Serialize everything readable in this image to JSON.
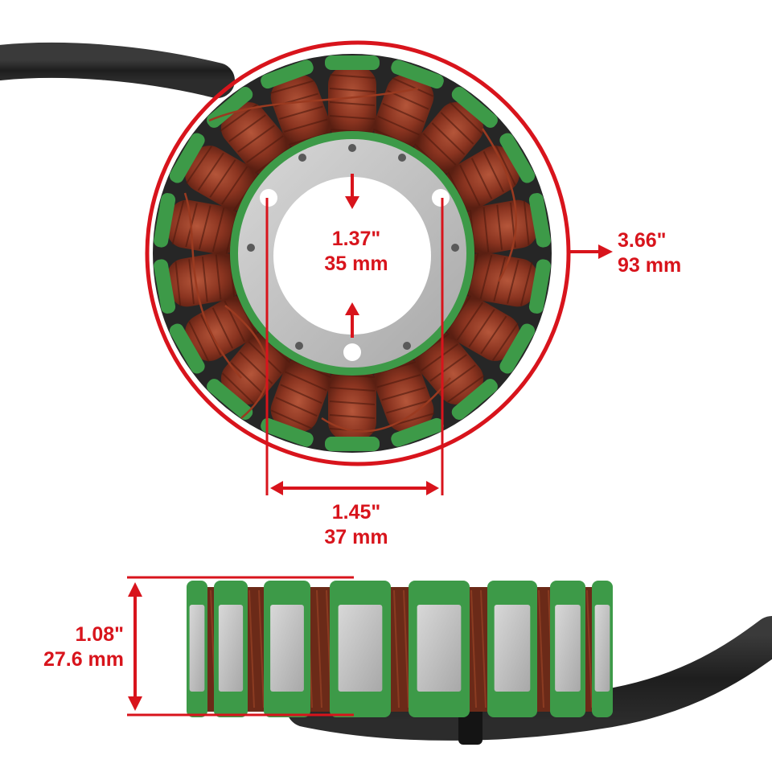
{
  "dimensions": {
    "inner_diameter": {
      "inches": "1.37\"",
      "mm": "35 mm"
    },
    "outer_diameter": {
      "inches": "3.66\"",
      "mm": "93 mm"
    },
    "bolt_spacing": {
      "inches": "1.45\"",
      "mm": "37 mm"
    },
    "height": {
      "inches": "1.08\"",
      "mm": "27.6 mm"
    }
  },
  "colors": {
    "annotation": "#d8141c",
    "coil_copper": "#8a3420",
    "insulation_green": "#3d9a48",
    "lamination_steel": "#bdbdbd",
    "cable": "#232323"
  }
}
